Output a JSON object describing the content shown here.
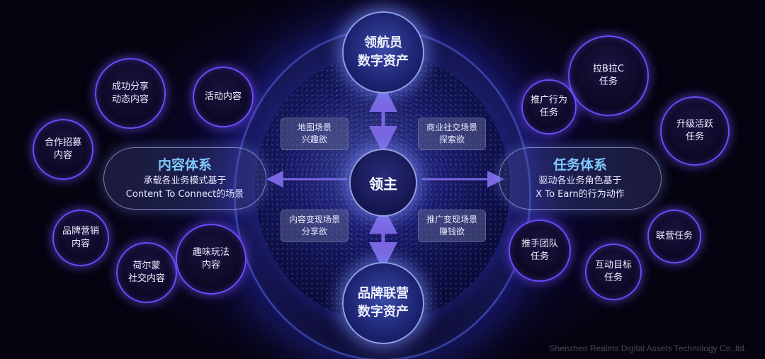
{
  "center": {
    "label": "领主"
  },
  "top_node": {
    "line1": "领航员",
    "line2": "数字资产"
  },
  "bottom_node": {
    "line1": "品牌联营",
    "line2": "数字资产"
  },
  "left_pill": {
    "title": "内容体系",
    "line1": "承载各业务模式基于",
    "line2": "Content To Connect的场景"
  },
  "right_pill": {
    "title": "任务体系",
    "line1": "驱动各业务角色基于",
    "line2": "X To Earn的行为动作"
  },
  "bubbles": {
    "tl": {
      "line1": "地图场景",
      "line2": "兴趣欲"
    },
    "tr": {
      "line1": "商业社交场景",
      "line2": "探索欲"
    },
    "bl": {
      "line1": "内容变现场景",
      "line2": "分享欲"
    },
    "br": {
      "line1": "推广变现场景",
      "line2": "赚钱欲"
    }
  },
  "left_circles": [
    {
      "line1": "成功分享",
      "line2": "动态内容"
    },
    {
      "line1": "活动内容",
      "line2": ""
    },
    {
      "line1": "合作招募",
      "line2": "内容"
    },
    {
      "line1": "品牌营销",
      "line2": "内容"
    },
    {
      "line1": "荷尔蒙",
      "line2": "社交内容"
    },
    {
      "line1": "趣味玩法",
      "line2": "内容"
    }
  ],
  "right_circles": [
    {
      "line1": "拉B拉C",
      "line2": "任务"
    },
    {
      "line1": "推广行为",
      "line2": "任务"
    },
    {
      "line1": "升级活跃",
      "line2": "任务"
    },
    {
      "line1": "推手团队",
      "line2": "任务"
    },
    {
      "line1": "联营任务",
      "line2": ""
    },
    {
      "line1": "互动目标",
      "line2": "任务"
    }
  ],
  "footer": "Shenzhen Realms Digital Assets Technology Co.,ltd.",
  "colors": {
    "accent_purple": "#6b4bff",
    "arrow": "#7a66e0",
    "title_blue": "#7fc9ff"
  }
}
